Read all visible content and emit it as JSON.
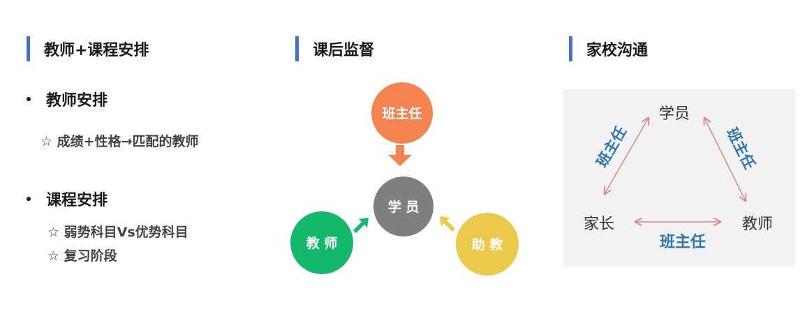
{
  "colors": {
    "accent_bar": "#4472c4",
    "circle_headteacher": "#f5834f",
    "circle_student": "#7f7f7f",
    "circle_teacher": "#12b96b",
    "circle_assistant": "#ecc94b",
    "panel_bg": "#f2f2f2",
    "relation_text": "#2e75b6",
    "arrow_line": "#d9808a"
  },
  "sections": {
    "left": {
      "title": "教师+课程安排"
    },
    "middle": {
      "title": "课后监督"
    },
    "right": {
      "title": "家校沟通"
    }
  },
  "left": {
    "teacher_arrange": {
      "heading": "教师安排",
      "items": [
        "☆ 成绩+性格→匹配的教师"
      ]
    },
    "course_arrange": {
      "heading": "课程安排",
      "items": [
        "☆ 弱势科目Vs优势科目",
        "☆ 复习阶段"
      ]
    }
  },
  "supervision": {
    "headteacher": "班主任",
    "student": "学 员",
    "teacher": "教 师",
    "assistant": "助 教"
  },
  "communication": {
    "student": "学员",
    "parent": "家长",
    "teacher": "教师",
    "edge_left": "班主任",
    "edge_right": "班主任",
    "edge_bottom": "班主任"
  }
}
